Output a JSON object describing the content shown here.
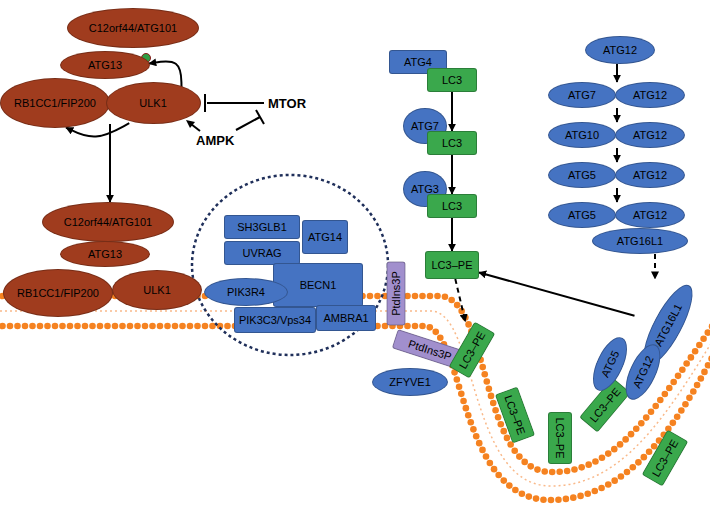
{
  "diagram": {
    "nodes": [
      {
        "text": [
          "C12orf44/ATG101"
        ]
      },
      {
        "text": [
          "ATG13"
        ]
      },
      {
        "text": [
          "RB1CC1/FIP200"
        ]
      },
      {
        "text": [
          "ULK1"
        ]
      },
      {
        "text": [
          "C12orf44/ATG101"
        ]
      },
      {
        "text": [
          "ATG13"
        ]
      },
      {
        "text": [
          "RB1CC1/FIP200"
        ]
      },
      {
        "text": [
          "ULK1"
        ]
      },
      {
        "text": [
          "SH3GLB1"
        ]
      },
      {
        "text": [
          "ATG14"
        ]
      },
      {
        "text": [
          "UVRAG"
        ]
      },
      {
        "text": [
          "BECN1"
        ]
      },
      {
        "text": [
          "PIK3R4"
        ]
      },
      {
        "text": [
          "PIK3C3/Vps34"
        ]
      },
      {
        "text": [
          "AMBRA1"
        ]
      },
      {
        "text": [
          "PtdIns3P"
        ]
      },
      {
        "text": [
          "PtdIns3P"
        ]
      },
      {
        "text": [
          "ZFYVE1"
        ]
      },
      {
        "text": [
          "ATG4"
        ]
      },
      {
        "text": [
          "LC3"
        ]
      },
      {
        "text": [
          "ATG7"
        ]
      },
      {
        "text": [
          "LC3"
        ]
      },
      {
        "text": [
          "ATG3"
        ]
      },
      {
        "text": [
          "LC3"
        ]
      },
      {
        "text": [
          "LC3–PE"
        ]
      },
      {
        "text": [
          "LC3–PE"
        ]
      },
      {
        "text": [
          "LC3–PE"
        ]
      },
      {
        "text": [
          "LC3–PE"
        ]
      },
      {
        "text": [
          "LC3–PE"
        ]
      },
      {
        "text": [
          "LC3–PE"
        ]
      },
      {
        "text": [
          "ATG12"
        ]
      },
      {
        "text": [
          "ATG7"
        ]
      },
      {
        "text": [
          "ATG12"
        ]
      },
      {
        "text": [
          "ATG10"
        ]
      },
      {
        "text": [
          "ATG12"
        ]
      },
      {
        "text": [
          "ATG5"
        ]
      },
      {
        "text": [
          "ATG12"
        ]
      },
      {
        "text": [
          "ATG5"
        ]
      },
      {
        "text": [
          "ATG12"
        ]
      },
      {
        "text": [
          "ATG16L1"
        ]
      },
      {
        "text": [
          "ATG16L1"
        ]
      },
      {
        "text": [
          "ATG5"
        ]
      },
      {
        "text": [
          "ATG12"
        ]
      }
    ],
    "edges": [
      {
        "from": 3,
        "to": 1,
        "arrow": "to"
      },
      {
        "from": 3,
        "to": 2,
        "arrow": "to"
      },
      {
        "from": 3,
        "to": 4,
        "arrow": "to"
      },
      {
        "from": 19,
        "to": 21,
        "arrow": "to"
      },
      {
        "from": 21,
        "to": 23,
        "arrow": "to"
      },
      {
        "from": 23,
        "to": 24,
        "arrow": "to"
      },
      {
        "from": 24,
        "to": 25,
        "arrow": "to"
      },
      {
        "from": 30,
        "to": 32,
        "arrow": "to"
      },
      {
        "from": 32,
        "to": 34,
        "arrow": "to"
      },
      {
        "from": 34,
        "to": 36,
        "arrow": "to"
      },
      {
        "from": 36,
        "to": 38,
        "arrow": "to"
      },
      {
        "from": 39,
        "to": 40,
        "arrow": "to"
      },
      {
        "from": 40,
        "to": 24,
        "arrow": "to"
      }
    ],
    "labels": [
      "MTOR",
      "AMPK"
    ]
  }
}
